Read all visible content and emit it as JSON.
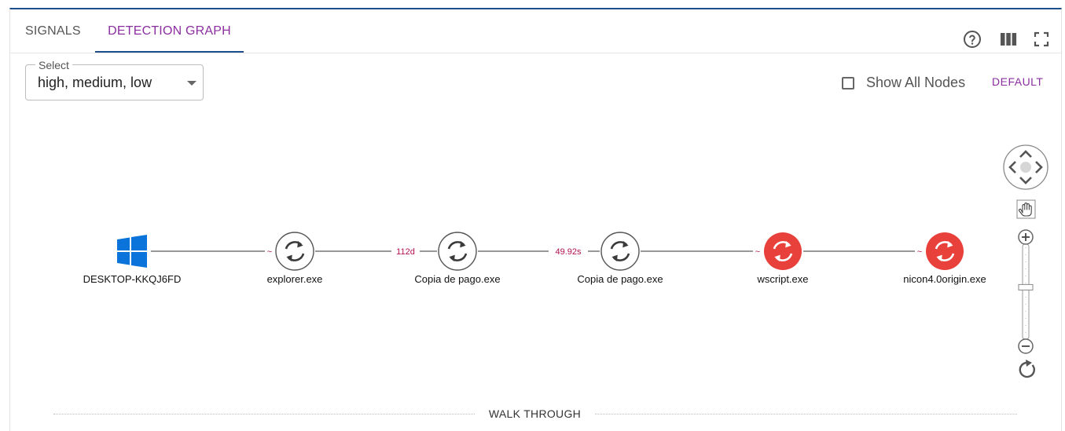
{
  "tabs": [
    {
      "label": "SIGNALS",
      "active": false
    },
    {
      "label": "DETECTION GRAPH",
      "active": true
    }
  ],
  "toolbar": {
    "help_icon": "help-circle-icon",
    "columns_icon": "columns-icon",
    "fullscreen_icon": "fullscreen-icon"
  },
  "filter": {
    "label": "Select",
    "value": "high, medium, low"
  },
  "show_all_nodes": {
    "label": "Show All Nodes",
    "checked": false
  },
  "default_button": "DEFAULT",
  "graph": {
    "nodes": [
      {
        "id": "host",
        "label": "DESKTOP-KKQJ6FD",
        "kind": "windows-host",
        "icon": "windows-icon"
      },
      {
        "id": "p1",
        "label": "explorer.exe",
        "kind": "process",
        "severity": "normal",
        "icon": "process-cycle-icon"
      },
      {
        "id": "p2",
        "label": "Copia de pago.exe",
        "kind": "process",
        "severity": "normal",
        "icon": "process-cycle-icon"
      },
      {
        "id": "p3",
        "label": "Copia de pago.exe",
        "kind": "process",
        "severity": "normal",
        "icon": "process-cycle-icon"
      },
      {
        "id": "p4",
        "label": "wscript.exe",
        "kind": "process",
        "severity": "high",
        "icon": "process-cycle-icon"
      },
      {
        "id": "p5",
        "label": "nicon4.0origin.exe",
        "kind": "process",
        "severity": "high",
        "icon": "process-cycle-icon"
      }
    ],
    "edges": [
      {
        "from": "host",
        "to": "p1",
        "label": "~"
      },
      {
        "from": "p1",
        "to": "p2",
        "label": "112d"
      },
      {
        "from": "p2",
        "to": "p3",
        "label": "49.92s"
      },
      {
        "from": "p3",
        "to": "p4",
        "label": "~"
      },
      {
        "from": "p4",
        "to": "p5",
        "label": "~"
      }
    ],
    "colors": {
      "edge": "#333333",
      "edge_label": "#b0104e",
      "normal_fill": "#ffffff",
      "normal_stroke": "#555555",
      "high_fill": "#e8403a",
      "windows_blue": "#0a74da"
    }
  },
  "nav_controls": {
    "pan_icon": "pan-arrows-icon",
    "hand_icon": "hand-icon",
    "zoom_in_icon": "zoom-in-icon",
    "zoom_out_icon": "zoom-out-icon",
    "reset_icon": "refresh-icon",
    "zoom_level": 0.55
  },
  "walk_through": "WALK THROUGH"
}
